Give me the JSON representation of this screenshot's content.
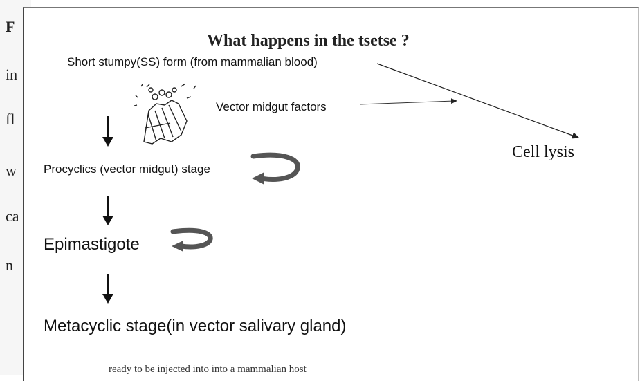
{
  "left_margin_letters": [
    "F",
    "in",
    "fl",
    "w",
    "ca",
    "n"
  ],
  "title": "What happens in the tsetse  ?",
  "stages": {
    "ss_form": "Short stumpy(SS) form (from mammalian blood)",
    "vector_factors": "Vector midgut factors",
    "cell_lysis": "Cell lysis",
    "procyclics": "Procyclics (vector midgut) stage",
    "epimastigote": "Epimastigote",
    "metacyclic": "Metacyclic stage(in vector salivary gland)",
    "footnote": "ready to be injected into into a mammalian host"
  },
  "icons": [
    "trypanosome-cluster-clipart",
    "down-arrow",
    "curved-cycle-arrow"
  ],
  "colors": {
    "text": "#111111",
    "cycle_arrow": "#555555",
    "page_background": "#ffffff"
  }
}
